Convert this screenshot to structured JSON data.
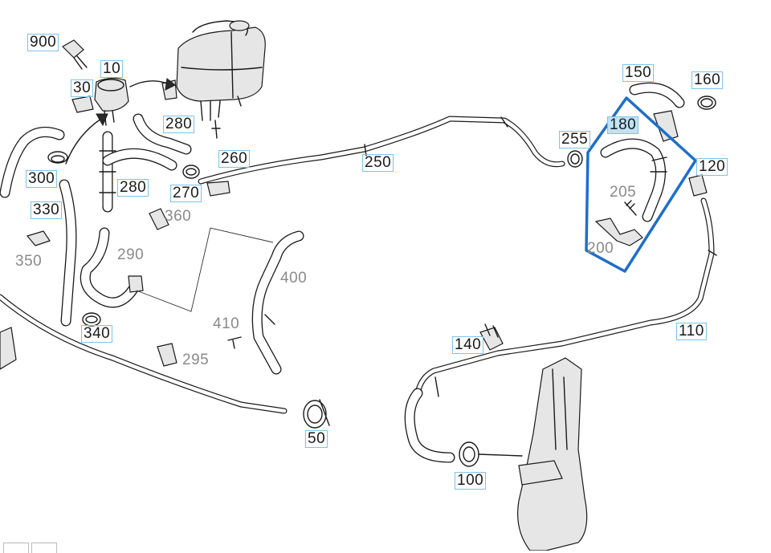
{
  "callouts": {
    "p900": "900",
    "p10": "10",
    "p30": "30",
    "p280a": "280",
    "p260": "260",
    "p250": "250",
    "p255": "255",
    "p150": "150",
    "p160": "160",
    "p180": "180",
    "p120": "120",
    "p205": "205",
    "p200": "200",
    "p300": "300",
    "p280b": "280",
    "p270": "270",
    "p330": "330",
    "p360": "360",
    "p350": "350",
    "p290": "290",
    "p400": "400",
    "p340": "340",
    "p410": "410",
    "p295": "295",
    "p110": "110",
    "p140": "140",
    "p50": "50",
    "p100": "100"
  },
  "colors": {
    "highlight_outline": "#1e6fc8",
    "callout_border": "#7cc3ea",
    "selected_fill": "#bfe3f7"
  }
}
